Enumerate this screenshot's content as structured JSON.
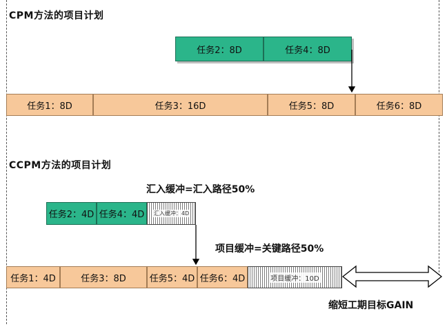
{
  "cpm": {
    "heading": "CPM方法的项目计划",
    "upper_tasks": [
      "任务2：8D",
      "任务4：8D"
    ],
    "lower_tasks": [
      "任务1：8D",
      "任务3：16D",
      "任务5：8D",
      "任务6：8D"
    ]
  },
  "ccpm": {
    "heading": "CCPM方法的项目计划",
    "feeding_buffer_note": "汇入缓冲=汇入路径50%",
    "upper_tasks": [
      "任务2：4D",
      "任务4：4D"
    ],
    "feeding_buffer": "汇入缓冲：4D",
    "project_buffer_note": "项目缓冲=关键路径50%",
    "lower_tasks": [
      "任务1：4D",
      "任务3：8D",
      "任务5：4D",
      "任务6：4D"
    ],
    "project_buffer": "项目缓冲：10D",
    "gain": "缩短工期目标GAIN"
  }
}
